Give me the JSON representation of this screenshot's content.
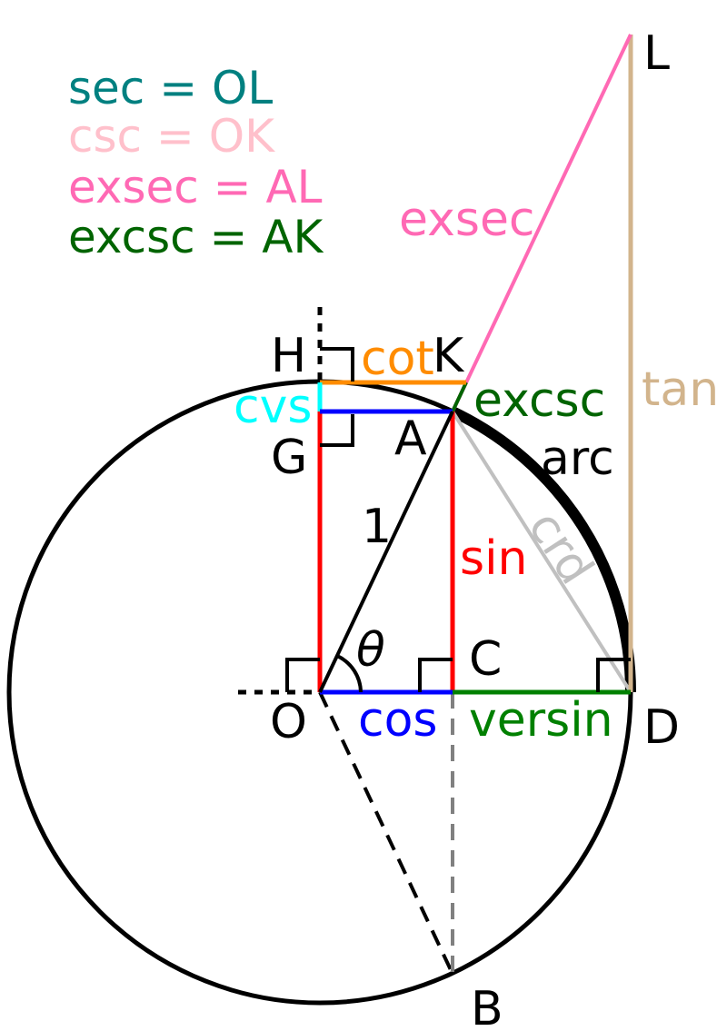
{
  "legend": [
    {
      "text": "sec = OL",
      "color": "#008080"
    },
    {
      "text": "csc = OK",
      "color": "#ffc0cb"
    },
    {
      "text": "exsec = AL",
      "color": "#ff69b4"
    },
    {
      "text": "excsc = AK",
      "color": "#006400"
    }
  ],
  "points": {
    "O": "O",
    "A": "A",
    "B": "B",
    "C": "C",
    "D": "D",
    "G": "G",
    "H": "H",
    "K": "K",
    "L": "L"
  },
  "labels": {
    "one": "1",
    "theta": "θ",
    "sin": "sin",
    "cos": "cos",
    "tan": "tan",
    "cot": "cot",
    "cvs": "cvs",
    "versin": "versin",
    "exsec": "exsec",
    "excsc": "excsc",
    "arc": "arc",
    "crd": "crd"
  },
  "colors": {
    "sin": "#ff0000",
    "cos": "#0000ff",
    "tan": "#d2b48c",
    "cot": "#ff8c00",
    "cvs": "#00ffff",
    "versin": "#008000",
    "exsec": "#ff69b4",
    "excsc": "#006400",
    "crd": "#c0c0c0",
    "chord_dashed": "#808080",
    "text": "#000000"
  }
}
